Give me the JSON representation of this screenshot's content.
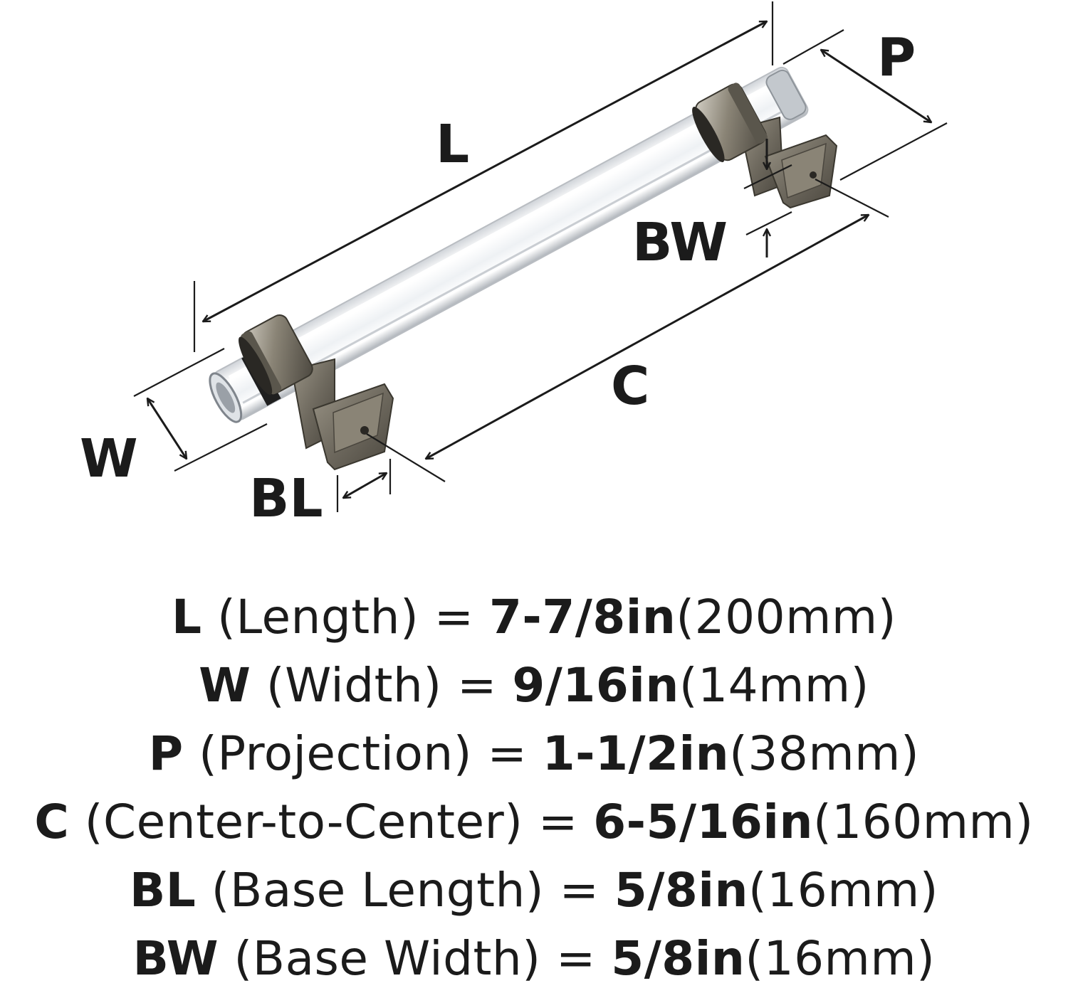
{
  "labels": {
    "length": "L",
    "projection": "P",
    "width": "W",
    "center_to_center": "C",
    "base_width": "BW",
    "base_length": "BL"
  },
  "colors": {
    "ink": "#1b1b1b",
    "metal_dark": "#4a463e",
    "metal_mid": "#8a8476",
    "metal_light": "#d4d0c6",
    "acrylic_edge": "#b9bdc2",
    "acrylic_fill": "#f4f6f8",
    "background": "#ffffff"
  },
  "specs": [
    {
      "key": "L",
      "desc": " (Length) = ",
      "imperial": "7-7/8in",
      "metric": "(200mm)"
    },
    {
      "key": "W",
      "desc": " (Width) = ",
      "imperial": "9/16in",
      "metric": "(14mm)"
    },
    {
      "key": "P",
      "desc": " (Projection) = ",
      "imperial": "1-1/2in",
      "metric": "(38mm)"
    },
    {
      "key": "C",
      "desc": " (Center-to-Center) = ",
      "imperial": "6-5/16in",
      "metric": "(160mm)"
    },
    {
      "key": "BL",
      "desc": " (Base Length) = ",
      "imperial": "5/8in",
      "metric": "(16mm)"
    },
    {
      "key": "BW",
      "desc": " (Base Width) = ",
      "imperial": "5/8in",
      "metric": "(16mm)"
    }
  ]
}
